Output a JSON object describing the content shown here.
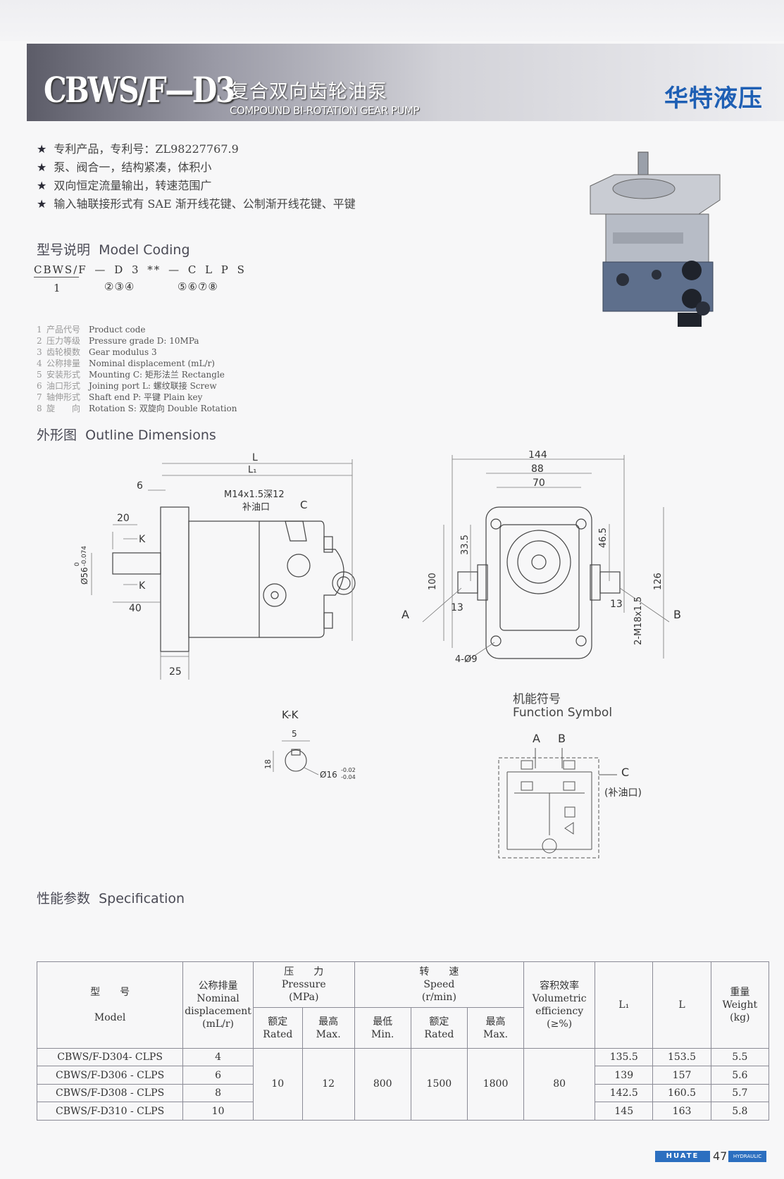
{
  "header": {
    "title": "CBWS/F—D3",
    "title_cn": "复合双向齿轮油泵",
    "title_en": "COMPOUND BI-ROTATION GEAR PUMP",
    "brand": "华特液压"
  },
  "features": [
    "专利产品，专利号：ZL98227767.9",
    "泵、阀合一，结构紧凑，体积小",
    "双向恒定流量输出，转速范围广",
    "输入轴联接形式有 SAE 渐开线花键、公制渐开线花键、平键"
  ],
  "model_coding": {
    "heading_cn": "型号说明",
    "heading_en": "Model Coding",
    "code_top": "CBWS/F — D 3 ** — C L P S",
    "code_1": "1",
    "code_234": "②③④",
    "code_5678": "⑤⑥⑦⑧",
    "legend": [
      {
        "n": "1",
        "cn": "产品代号",
        "en": "Product code"
      },
      {
        "n": "2",
        "cn": "压力等级",
        "en": "Pressure grade  D: 10MPa"
      },
      {
        "n": "3",
        "cn": "齿轮模数",
        "en": "Gear modulus  3"
      },
      {
        "n": "4",
        "cn": "公称排量",
        "en": "Nominal displacement  (mL/r)"
      },
      {
        "n": "5",
        "cn": "安装形式",
        "en": "Mounting  C: 矩形法兰  Rectangle"
      },
      {
        "n": "6",
        "cn": "油口形式",
        "en": "Joining port  L: 螺纹联接  Screw"
      },
      {
        "n": "7",
        "cn": "轴伸形式",
        "en": "Shaft end  P: 平键  Plain key"
      },
      {
        "n": "8",
        "cn": "旋　　向",
        "en": "Rotation  S: 双旋向  Double Rotation"
      }
    ]
  },
  "outline": {
    "heading_cn": "外形图",
    "heading_en": "Outline Dimensions",
    "side": {
      "L": "L",
      "L1": "L₁",
      "d6": "6",
      "d20": "20",
      "d40": "40",
      "d25": "25",
      "dia": "Ø56",
      "tol_top": "0",
      "tol_bot": "-0.074",
      "k1": "K",
      "k2": "K",
      "port": "M14x1.5深12",
      "port_cn": "补油口",
      "c": "C"
    },
    "front": {
      "d144": "144",
      "d88": "88",
      "d70": "70",
      "d335": "33.5",
      "d465": "46.5",
      "d100": "100",
      "d126": "126",
      "d13a": "13",
      "d13b": "13",
      "thread": "2-M18x1.5",
      "holes": "4-Ø9",
      "a": "A",
      "b": "B"
    },
    "kk": {
      "label": "K-K",
      "d5": "5",
      "d18": "18",
      "dia": "Ø16",
      "tol_top": "-0.02",
      "tol_bot": "-0.04"
    },
    "symbol": {
      "heading_cn": "机能符号",
      "heading_en": "Function Symbol",
      "a": "A",
      "b": "B",
      "c": "C",
      "c_note": "(补油口)"
    }
  },
  "spec": {
    "heading_cn": "性能参数",
    "heading_en": "Specification",
    "headers": {
      "model_cn": "型　　号",
      "model_en": "Model",
      "disp_cn": "公称排量",
      "disp_en1": "Nominal",
      "disp_en2": "displacement",
      "disp_unit": "(mL/r)",
      "press_cn": "压　　力",
      "press_en": "Pressure",
      "press_unit": "(MPa)",
      "rated_cn": "额定",
      "rated_en": "Rated",
      "max_cn": "最高",
      "max_en": "Max.",
      "speed_cn": "转　　速",
      "speed_en": "Speed",
      "speed_unit": "(r/min)",
      "min_cn": "最低",
      "min_en": "Min.",
      "srated_cn": "额定",
      "srated_en": "Rated",
      "smax_cn": "最高",
      "smax_en": "Max.",
      "eff_cn": "容积效率",
      "eff_en1": "Volumetric",
      "eff_en2": "efficiency",
      "eff_unit": "(≥%)",
      "l1": "L₁",
      "l": "L",
      "weight_cn": "重量",
      "weight_en": "Weight",
      "weight_unit": "(kg)"
    },
    "shared": {
      "p_rated": "10",
      "p_max": "12",
      "s_min": "800",
      "s_rated": "1500",
      "s_max": "1800",
      "eff": "80"
    },
    "rows": [
      {
        "model": "CBWS/F-D304- CLPS",
        "disp": "4",
        "l1": "135.5",
        "l": "153.5",
        "w": "5.5"
      },
      {
        "model": "CBWS/F-D306 - CLPS",
        "disp": "6",
        "l1": "139",
        "l": "157",
        "w": "5.6"
      },
      {
        "model": "CBWS/F-D308 - CLPS",
        "disp": "8",
        "l1": "142.5",
        "l": "160.5",
        "w": "5.7"
      },
      {
        "model": "CBWS/F-D310 - CLPS",
        "disp": "10",
        "l1": "145",
        "l": "163",
        "w": "5.8"
      }
    ]
  },
  "footer": {
    "brand": "HUATE",
    "page": "47",
    "tag": "HYDRAULIC"
  },
  "colors": {
    "brand_blue": "#1e5fb4",
    "footer_blue": "#2c6fc0"
  }
}
